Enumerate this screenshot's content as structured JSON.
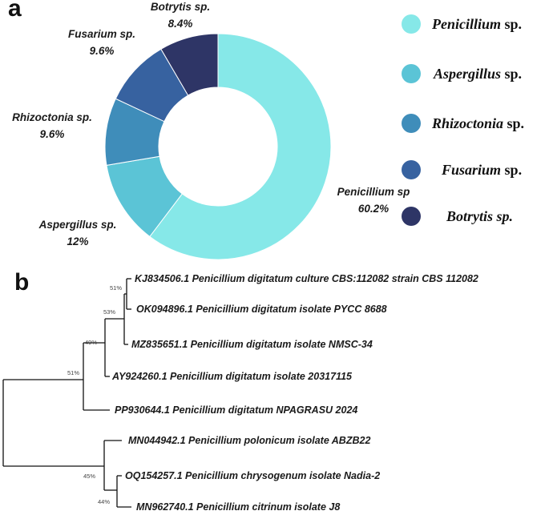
{
  "panels": {
    "a": "a",
    "b": "b"
  },
  "chart_data": {
    "type": "pie",
    "style": "donut",
    "slices": [
      {
        "label": "Penicillium sp",
        "pct_text": "60.2%",
        "value": 60.2,
        "color": "#86E8E8"
      },
      {
        "label": "Aspergillus sp.",
        "pct_text": "12%",
        "value": 12.0,
        "color": "#5BC4D6"
      },
      {
        "label": "Rhizoctonia sp.",
        "pct_text": "9.6%",
        "value": 9.6,
        "color": "#3F8DBA"
      },
      {
        "label": "Fusarium sp.",
        "pct_text": "9.6%",
        "value": 9.6,
        "color": "#3762A0"
      },
      {
        "label": "Botrytis sp.",
        "pct_text": "8.4%",
        "value": 8.4,
        "color": "#2E3566"
      }
    ],
    "legend": [
      {
        "genus": "Penicillium",
        "suffix": " sp.",
        "color": "#86E8E8"
      },
      {
        "genus": "Aspergillus",
        "suffix": " sp.",
        "color": "#5BC4D6"
      },
      {
        "genus": "Rhizoctonia",
        "suffix": " sp.",
        "color": "#3F8DBA"
      },
      {
        "genus": "Fusarium",
        "suffix": " sp.",
        "color": "#3762A0"
      },
      {
        "genus": "Botrytis sp.",
        "suffix": "",
        "color": "#2E3566"
      }
    ],
    "legend_position": "right"
  },
  "tree": {
    "leaves": [
      {
        "text": "KJ834506.1 Penicillium digitatum culture CBS:112082 strain CBS 112082",
        "color": "#1a1a1a"
      },
      {
        "text": "OK094896.1 Penicillium digitatum isolate PYCC 8688",
        "color": "#1a1a1a"
      },
      {
        "text": "MZ835651.1 Penicillium digitatum isolate NMSC-34",
        "color": "#1a1a1a"
      },
      {
        "text": "AY924260.1 Penicillium digitatum isolate 20317115",
        "color": "#1a1a1a"
      },
      {
        "text": "PP930644.1 Penicillium digitatum NPAGRASU 2024",
        "color": "#C81E1E"
      },
      {
        "text": "MN044942.1 Penicillium polonicum isolate ABZB22",
        "color": "#1a1a1a"
      },
      {
        "text": "OQ154257.1 Penicillium chrysogenum isolate Nadia-2",
        "color": "#1a1a1a"
      },
      {
        "text": "MN962740.1 Penicillium citrinum isolate J8",
        "color": "#1a1a1a"
      }
    ],
    "bootstrap": [
      "51%",
      "53%",
      "49%",
      "51%",
      "45%",
      "44%"
    ]
  }
}
